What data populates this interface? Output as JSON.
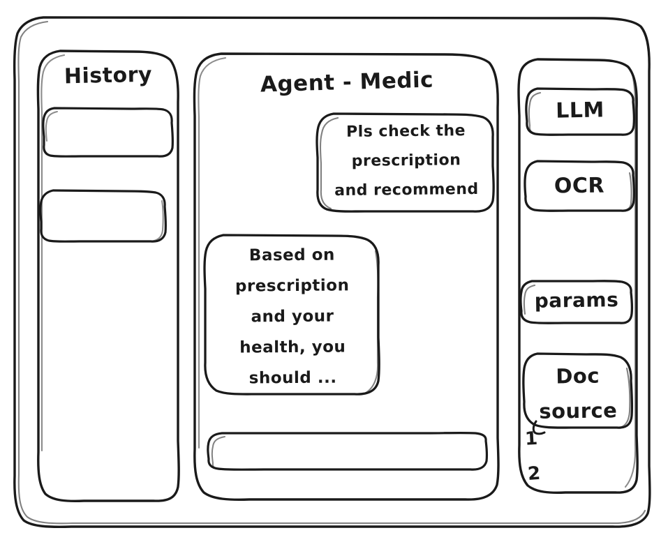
{
  "style": {
    "ink_color": "#1a1a1a",
    "background_color": "#ffffff",
    "rendering": "hand-drawn-wireframe-sketch"
  },
  "app_window": {
    "name": "application-frame"
  },
  "history": {
    "title": "History",
    "items": [
      {
        "label": ""
      },
      {
        "label": ""
      }
    ]
  },
  "chat": {
    "title": "Agent - Medic",
    "messages": [
      {
        "role": "user",
        "text": "Pls check the\nprescription\nand recommend"
      },
      {
        "role": "agent",
        "text": "Based on\nprescription\nand your\nhealth, you\nshould ..."
      }
    ],
    "composer": {
      "value": "",
      "placeholder": ""
    }
  },
  "tools": {
    "items": [
      {
        "label": "LLM"
      },
      {
        "label": "OCR"
      },
      {
        "label": "params"
      },
      {
        "label": "Doc\nsource"
      }
    ],
    "doc_sources": [
      {
        "label": "1"
      },
      {
        "label": "2"
      }
    ]
  }
}
